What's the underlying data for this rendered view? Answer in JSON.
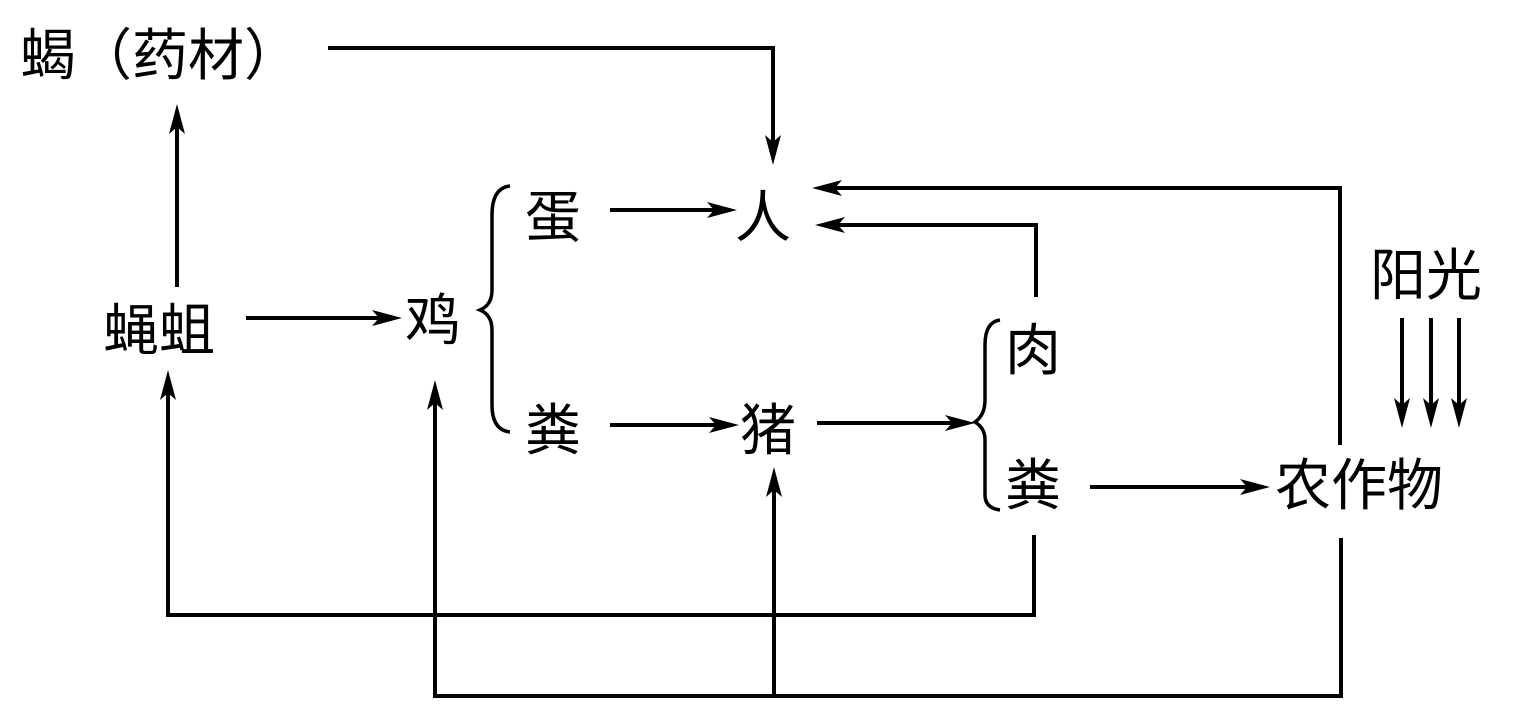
{
  "diagram": {
    "title": "",
    "nodes": {
      "scorpion": "蝎（药材）",
      "maggot": "蝇蛆",
      "chicken": "鸡",
      "egg": "蛋",
      "chicken_manure": "粪",
      "human": "人",
      "pig": "猪",
      "meat": "肉",
      "pig_manure": "粪",
      "crops": "农作物",
      "sunlight": "阳光"
    },
    "edges": [
      {
        "from": "蝎（药材）",
        "to": "人"
      },
      {
        "from": "蝇蛆",
        "to": "蝎（药材）"
      },
      {
        "from": "蝇蛆",
        "to": "鸡"
      },
      {
        "from": "鸡",
        "to": "蛋"
      },
      {
        "from": "鸡",
        "to": "粪"
      },
      {
        "from": "蛋",
        "to": "人"
      },
      {
        "from": "粪(鸡)",
        "to": "猪"
      },
      {
        "from": "猪",
        "to": "肉"
      },
      {
        "from": "猪",
        "to": "粪"
      },
      {
        "from": "肉",
        "to": "人"
      },
      {
        "from": "粪(猪)",
        "to": "农作物"
      },
      {
        "from": "粪(猪)",
        "to": "蝇蛆"
      },
      {
        "from": "农作物",
        "to": "人"
      },
      {
        "from": "农作物",
        "to": "鸡"
      },
      {
        "from": "农作物",
        "to": "猪"
      },
      {
        "from": "阳光",
        "to": "农作物"
      }
    ]
  }
}
